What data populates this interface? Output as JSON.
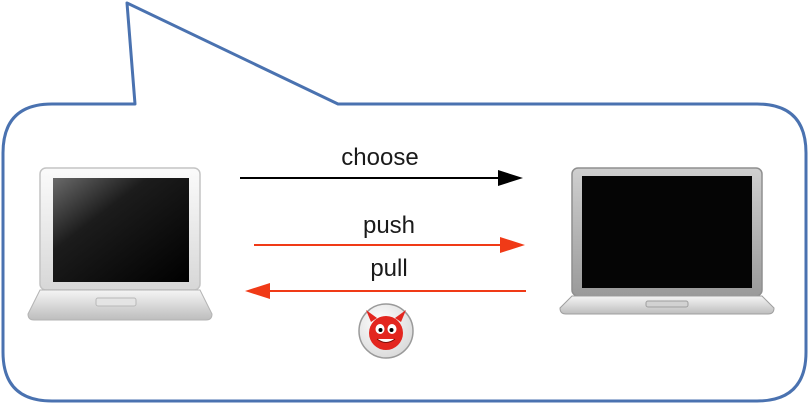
{
  "labels": {
    "choose": "choose",
    "push": "push",
    "pull": "pull"
  },
  "icons": {
    "left_device": "laptop-icon",
    "right_device": "laptop-icon",
    "badge": "bsd-daemon-icon"
  },
  "colors": {
    "bubble_stroke": "#4a72b0",
    "choose_arrow": "#000000",
    "push_pull_arrow": "#f03a17",
    "badge_red": "#e3261f"
  }
}
